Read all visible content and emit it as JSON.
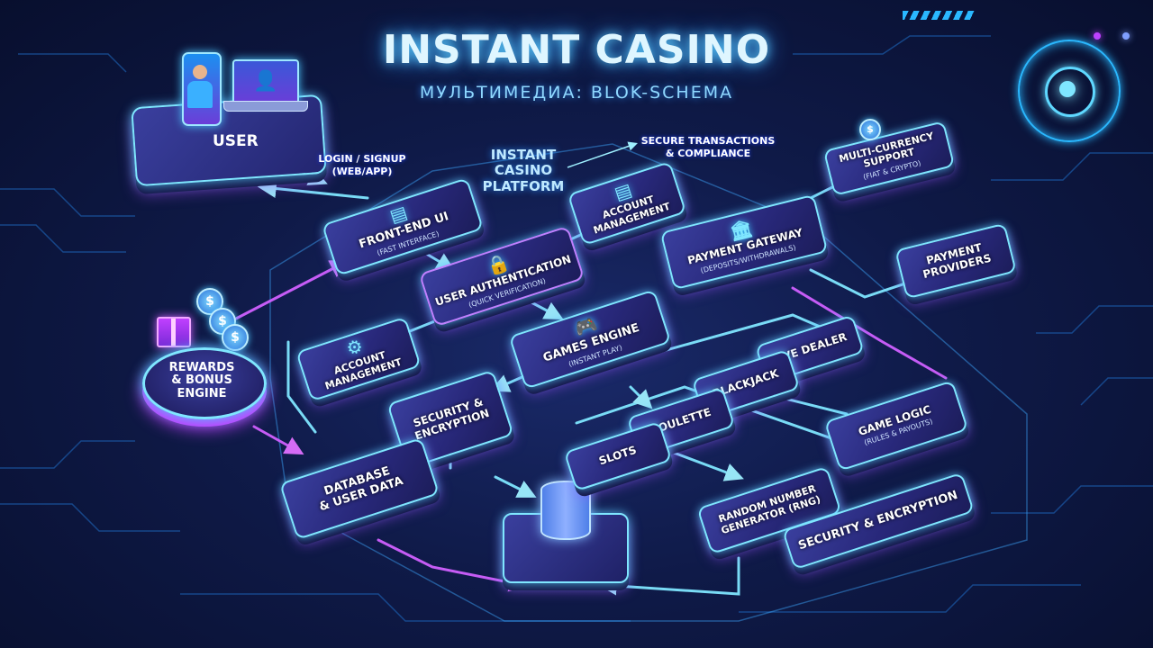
{
  "header": {
    "title": "INSTANT CASINO",
    "subtitle": "МУЛЬТИМЕДИА: BLOK-SCHEMA"
  },
  "labels": {
    "login": "LOGIN / SIGNUP\n(WEB/APP)",
    "platform": "INSTANT\nCASINO\nPLATFORM",
    "secure": "SECURE TRANSACTIONS\n& COMPLIANCE"
  },
  "nodes": {
    "user": "USER",
    "frontend": {
      "title": "FRONT-END UI",
      "sub": "(FAST INTERFACE)"
    },
    "auth": {
      "title": "USER AUTHENTICATION",
      "sub": "(QUICK VERIFICATION)"
    },
    "account_top": {
      "title": "ACCOUNT\nMANAGEMENT"
    },
    "payment_gateway": {
      "title": "PAYMENT GATEWAY",
      "sub": "(DEPOSITS/WITHDRAWALS)"
    },
    "multicurrency": {
      "title": "MULTI-CURRENCY\nSUPPORT",
      "sub": "(FIAT & CRYPTO)"
    },
    "payment_providers": {
      "title": "PAYMENT\nPROVIDERS"
    },
    "games_engine": {
      "title": "GAMES ENGINE",
      "sub": "(INSTANT PLAY)"
    },
    "account_left": {
      "title": "ACCOUNT\nMANAGEMENT"
    },
    "rewards": "REWARDS\n& BONUS\nENGINE",
    "security_left": {
      "title": "SECURITY &\nENCRYPTION"
    },
    "database": {
      "title": "DATABASE\n& USER DATA"
    },
    "live_dealer": {
      "title": "LIVE DEALER"
    },
    "blackjack": {
      "title": "BLACKJACK"
    },
    "roulette": {
      "title": "ROULETTE"
    },
    "slots": {
      "title": "SLOTS"
    },
    "game_logic": {
      "title": "GAME LOGIC",
      "sub": "(RULES & PAYOUTS)"
    },
    "rng": {
      "title": "RANDOM NUMBER\nGENERATOR (RNG)"
    },
    "security_right": {
      "title": "SECURITY & ENCRYPTION"
    }
  },
  "icons": {
    "coin_symbol": "$",
    "lock": "🔒",
    "gamepad": "🎮",
    "bank": "🏛",
    "card": "▤",
    "laptop_person": "👤"
  },
  "colors": {
    "glow_cyan": "#7fe6ff",
    "glow_magenta": "#c040ff",
    "background": "#0f1a48"
  }
}
